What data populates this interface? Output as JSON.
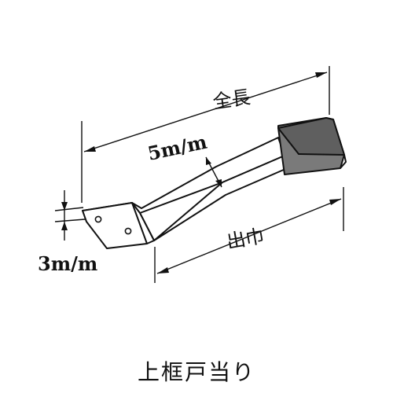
{
  "caption": "上框戸当り",
  "labels": {
    "overall_length": "全長",
    "projection": "出巾",
    "width": "5m/m",
    "thickness": "3m/m"
  },
  "colors": {
    "ink": "#111111",
    "pad_fill": "#7a7a7a"
  }
}
